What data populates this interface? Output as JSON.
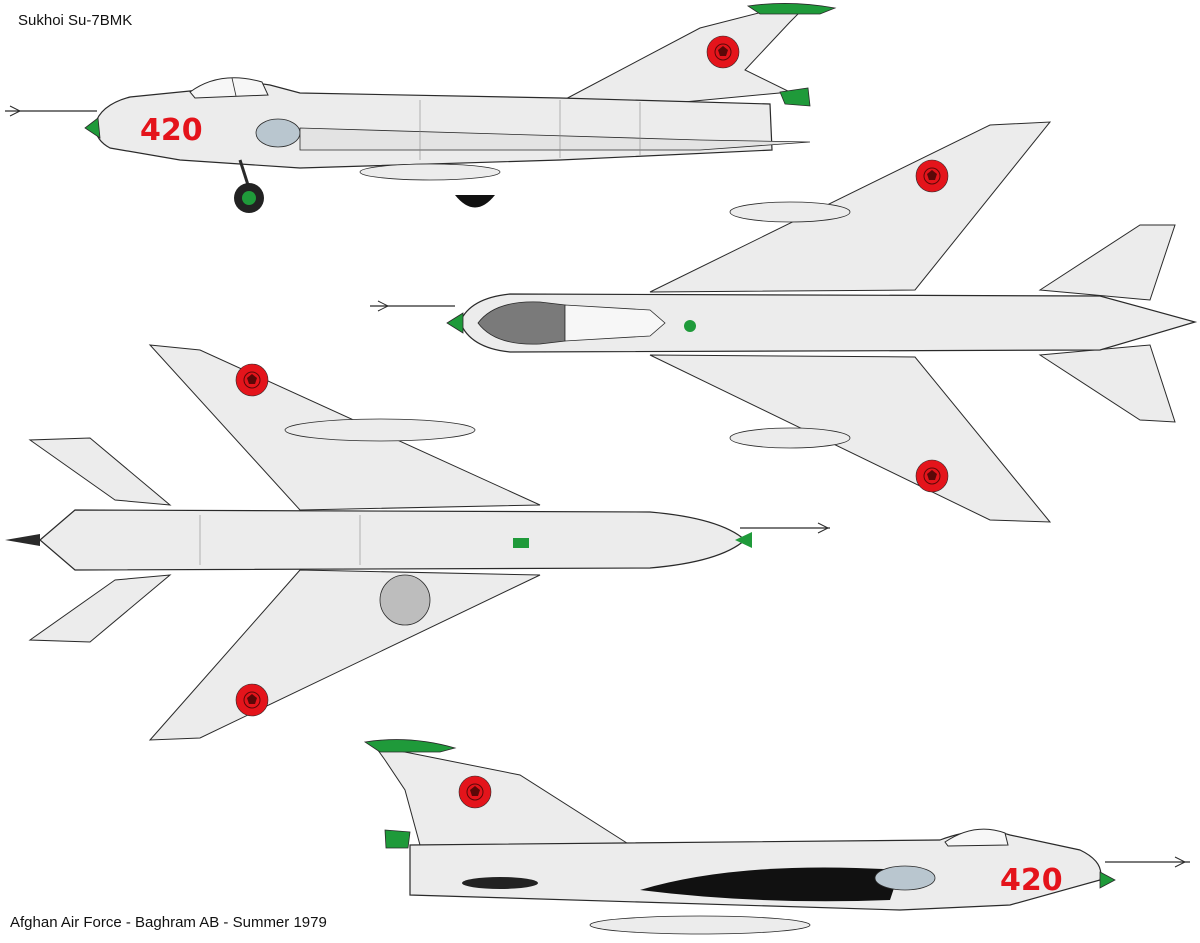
{
  "title": "Sukhoi Su-7BMK",
  "footer": "Afghan Air Force  -  Baghram AB - Summer 1979",
  "serial_number": "420",
  "colors": {
    "airframe": "#ececec",
    "outline": "#2a2a2a",
    "roundel": "#e4141b",
    "nose_tip": "#1f9a3a",
    "wheel": "#1f9a3a",
    "canopy_frame": "#7a7a7a",
    "nose_panel": "#b9c6cf",
    "black_panel": "#111111"
  },
  "views": [
    {
      "id": "left-side",
      "label": "Left side view"
    },
    {
      "id": "top",
      "label": "Top view"
    },
    {
      "id": "bottom",
      "label": "Bottom view"
    },
    {
      "id": "right-side",
      "label": "Right side view"
    }
  ]
}
